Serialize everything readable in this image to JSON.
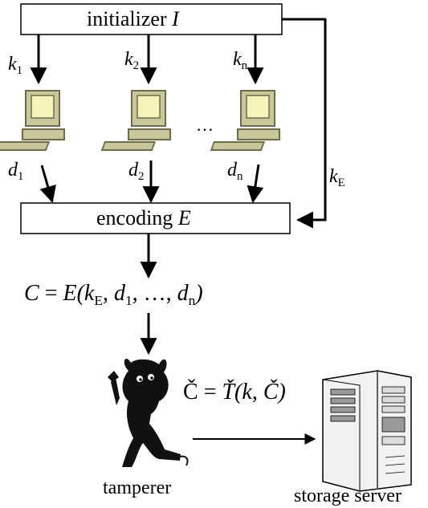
{
  "initializer": {
    "label": "initializer",
    "symbol": "I"
  },
  "encoding": {
    "label": "encoding",
    "symbol": "E"
  },
  "keys": [
    {
      "base": "k",
      "sub": "1"
    },
    {
      "base": "k",
      "sub": "2"
    },
    {
      "base": "k",
      "sub": "n"
    }
  ],
  "key_e": {
    "base": "k",
    "sub": "E"
  },
  "data": [
    {
      "base": "d",
      "sub": "1"
    },
    {
      "base": "d",
      "sub": "2"
    },
    {
      "base": "d",
      "sub": "n"
    }
  ],
  "ellipsis": "…",
  "formula_c": {
    "lhs": "C",
    "eq": "=",
    "fn": "E(",
    "k_base": "k",
    "k_sub": "E",
    "sep1": ",",
    "d1_base": "d",
    "d1_sub": "1",
    "sep2": ",",
    "ellipsis": "…",
    "sep3": ",",
    "dn_base": "d",
    "dn_sub": "n",
    "close": ")"
  },
  "formula_t": {
    "lhs": "Č",
    "eq": "=",
    "fn": "Ť(",
    "k": "k",
    "sep": ",",
    "arg": "Č",
    "close": ")"
  },
  "tamperer_label": "tamperer",
  "storage_label": "storage server",
  "colors": {
    "line": "#000000",
    "box_fill": "#ffffff",
    "monitor_body": "#c8c89a",
    "monitor_screen": "#f6f3b8",
    "monitor_frame": "#6d6d4a",
    "server_fill": "#f2f2f2",
    "server_shade": "#9a9a9a",
    "devil": "#111111"
  }
}
